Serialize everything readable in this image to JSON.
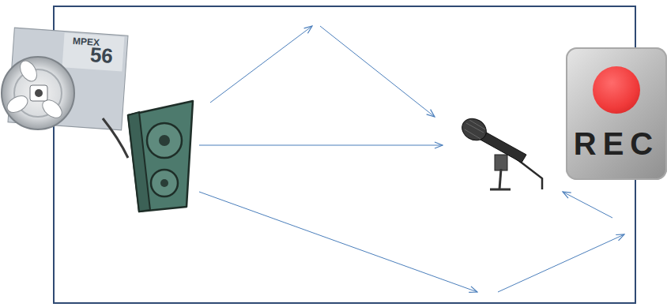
{
  "diagram": {
    "nodes": [
      {
        "text": [
          "REC"
        ]
      }
    ],
    "labels": [
      "MPEX",
      "56"
    ]
  }
}
